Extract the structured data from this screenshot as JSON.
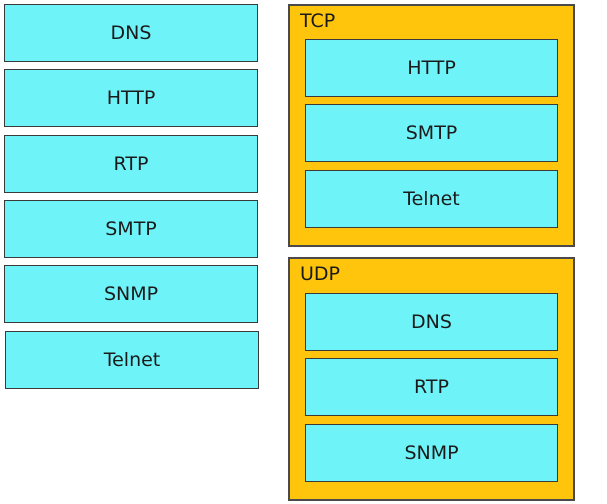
{
  "source_items": [
    "DNS",
    "HTTP",
    "RTP",
    "SMTP",
    "SNMP",
    "Telnet"
  ],
  "groups": [
    {
      "label": "TCP",
      "items": [
        "HTTP",
        "SMTP",
        "Telnet"
      ]
    },
    {
      "label": "UDP",
      "items": [
        "DNS",
        "RTP",
        "SNMP"
      ]
    }
  ],
  "colors": {
    "box_fill": "#6ef3f8",
    "group_fill": "#ffc50d",
    "border": "#3a3a3a"
  }
}
